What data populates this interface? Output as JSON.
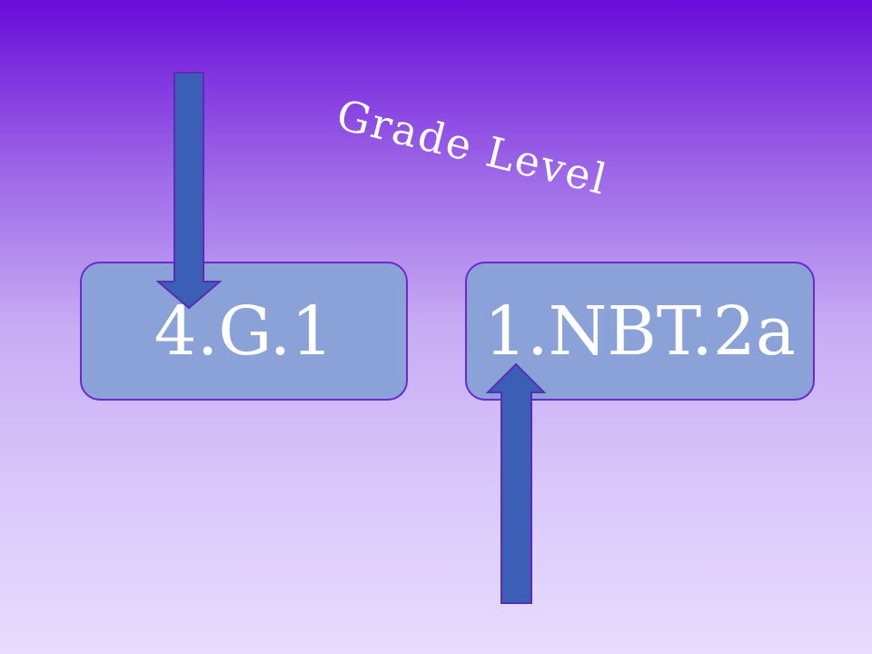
{
  "annotation": {
    "text": "Grade Level"
  },
  "boxes": {
    "left": {
      "code": "4.G.1"
    },
    "right": {
      "code": "1.NBT.2a"
    }
  },
  "colors": {
    "box_fill": "#8aa2d8",
    "box_border": "#6a2ad0",
    "arrow_fill": "#3b5fb5",
    "arrow_stroke": "#5a2ab8",
    "text": "#ffffff"
  },
  "icons": {
    "arrow_down": "arrow-down-icon",
    "arrow_up": "arrow-up-icon"
  }
}
